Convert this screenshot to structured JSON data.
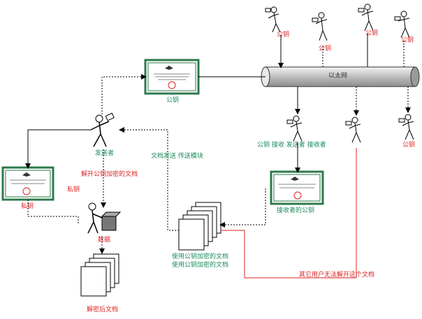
{
  "labels": {
    "network": "以太网",
    "public_cert": "公钥",
    "private_cert": "私钥",
    "decrypt_note": "解开公钥加密的文档",
    "sign_label": "签名",
    "package_label": "数据",
    "recipient_group": "公钥  接收  发送者  接收者",
    "recipient_cert": "接收者的公钥",
    "encrypted_docs": "使用公钥加密的文档\n使用公钥加密的文档",
    "transfer_note": "文档发送  传送模块",
    "left_key_note": "私钥",
    "others_note": "其它用户无法解开这个文档",
    "output_docs": "解密后文档",
    "center_person": "发送者"
  },
  "colors": {
    "cert_border": "#2d7a4a",
    "network_fill": "#c9c9c9",
    "note_red": "#d22222",
    "note_green": "#1a8a5a"
  }
}
